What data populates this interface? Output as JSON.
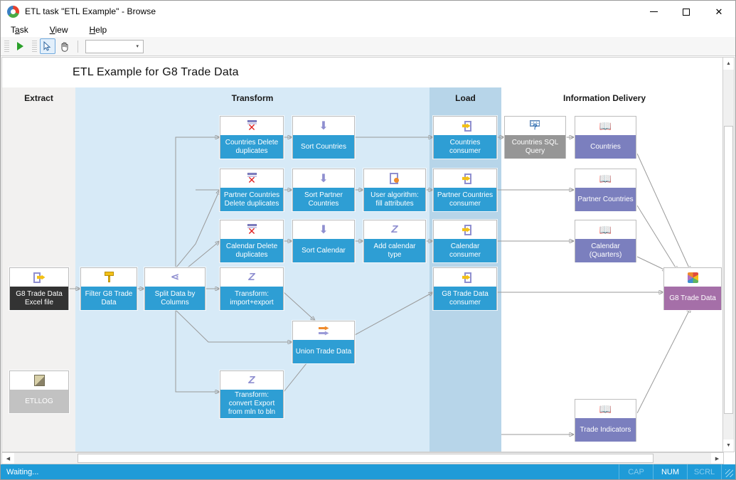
{
  "window": {
    "title": "ETL task \"ETL Example\" - Browse",
    "app_icon": "etl-app-icon",
    "minimize": "─",
    "maximize": "☐",
    "close": "✕"
  },
  "menubar": {
    "items": [
      {
        "label": "Task",
        "accel": "a"
      },
      {
        "label": "View",
        "accel": "V"
      },
      {
        "label": "Help",
        "accel": "H"
      }
    ]
  },
  "toolbar": {
    "run_icon": "play-icon",
    "select_icon": "cursor-arrow-icon",
    "pan_icon": "hand-icon",
    "combo_value": "",
    "combo_arrow": "▾"
  },
  "diagram": {
    "title": "ETL Example for G8 Trade Data",
    "lanes": [
      {
        "name": "Extract",
        "label": "Extract"
      },
      {
        "name": "Transform",
        "label": "Transform"
      },
      {
        "name": "Load",
        "label": "Load"
      },
      {
        "name": "InformationDelivery",
        "label": "Information Delivery"
      }
    ],
    "nodes": [
      {
        "id": "excel_file",
        "label": "G8 Trade Data Excel file",
        "icon": "export-file-icon",
        "style": "dark"
      },
      {
        "id": "etllog",
        "label": "ETLLOG",
        "icon": "log-file-icon",
        "style": "ltgray"
      },
      {
        "id": "filter",
        "label": "Filter G8 Trade Data",
        "icon": "filter-icon",
        "style": "blue"
      },
      {
        "id": "split",
        "label": "Split Data by Columns",
        "icon": "split-icon",
        "style": "blue"
      },
      {
        "id": "countries_dedup",
        "label": "Countries Delete duplicates",
        "icon": "delete-duplicates-icon",
        "style": "blue"
      },
      {
        "id": "sort_countries",
        "label": "Sort Countries",
        "icon": "sort-icon",
        "style": "blue"
      },
      {
        "id": "partner_dedup",
        "label": "Partner Countries Delete duplicates",
        "icon": "delete-duplicates-icon",
        "style": "blue"
      },
      {
        "id": "sort_partner",
        "label": "Sort Partner Countries",
        "icon": "sort-icon",
        "style": "blue"
      },
      {
        "id": "user_algorithm",
        "label": "User algorithm: fill attributes",
        "icon": "user-algorithm-icon",
        "style": "blue"
      },
      {
        "id": "calendar_dedup",
        "label": "Calendar Delete duplicates",
        "icon": "delete-duplicates-icon",
        "style": "blue"
      },
      {
        "id": "sort_calendar",
        "label": "Sort Calendar",
        "icon": "sort-icon",
        "style": "blue"
      },
      {
        "id": "add_cal_type",
        "label": "Add calendar type",
        "icon": "transform-z-icon",
        "style": "blue"
      },
      {
        "id": "transform_impexp",
        "label": "Transform: import+export",
        "icon": "transform-z-icon",
        "style": "blue"
      },
      {
        "id": "union_trade",
        "label": "Union Trade Data",
        "icon": "union-icon",
        "style": "blue"
      },
      {
        "id": "convert_mln_bln",
        "label": "Transform: convert Export from mln to bln",
        "icon": "transform-z-icon",
        "style": "blue"
      },
      {
        "id": "countries_consumer",
        "label": "Countries consumer",
        "icon": "import-icon",
        "style": "blue"
      },
      {
        "id": "partner_consumer",
        "label": "Partner Countries consumer",
        "icon": "import-icon",
        "style": "blue"
      },
      {
        "id": "calendar_consumer",
        "label": "Calendar consumer",
        "icon": "import-icon",
        "style": "blue"
      },
      {
        "id": "trade_consumer",
        "label": "G8 Trade Data consumer",
        "icon": "import-icon",
        "style": "blue"
      },
      {
        "id": "countries_sql",
        "label": "Countries SQL Query",
        "icon": "sql-query-icon",
        "style": "gray"
      },
      {
        "id": "countries_dim",
        "label": "Countries",
        "icon": "book-icon",
        "style": "purple"
      },
      {
        "id": "partner_dim",
        "label": "Partner Countries",
        "icon": "book-icon",
        "style": "purple"
      },
      {
        "id": "calendar_dim",
        "label": "Calendar (Quarters)",
        "icon": "book-icon",
        "style": "purple"
      },
      {
        "id": "trade_cube",
        "label": "G8 Trade Data",
        "icon": "cube-icon",
        "style": "mauve"
      },
      {
        "id": "trade_indicators",
        "label": "Trade Indicators",
        "icon": "book-icon",
        "style": "purple"
      }
    ]
  },
  "scrollbars": {
    "v_up": "▲",
    "v_down": "▼",
    "h_left": "◀",
    "h_right": "▶"
  },
  "statusbar": {
    "message": "Waiting...",
    "cap": "CAP",
    "num": "NUM",
    "scrl": "SCRL"
  },
  "colors": {
    "accent": "#1f9bd8",
    "node_blue": "#2e9ed4",
    "node_purple": "#7b7fbe",
    "node_mauve": "#a56fa8",
    "lane_transform": "#d7eaf7",
    "lane_load": "#b7d5e9",
    "lane_extract": "#f2f1f0"
  }
}
